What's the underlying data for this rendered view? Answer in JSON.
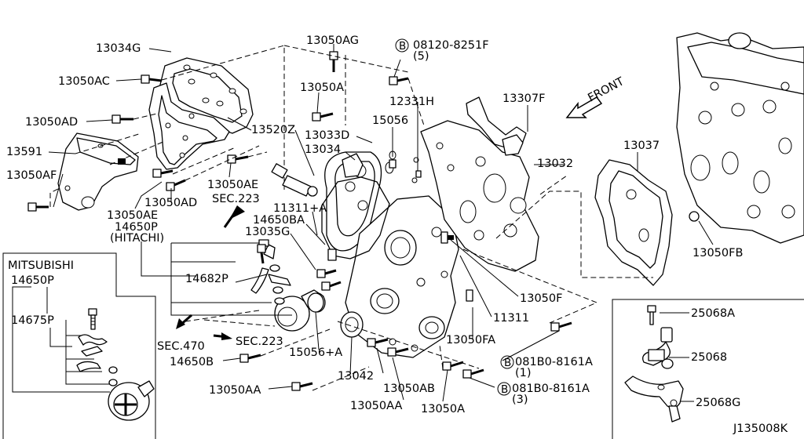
{
  "diagram_id": "J135008K",
  "front_label": "FRONT",
  "callouts": {
    "c13034G": "13034G",
    "c13050AC": "13050AC",
    "c13050AD_left": "13050AD",
    "c13591": "13591",
    "c13050AF": "13050AF",
    "c13050AE_left": "13050AE",
    "c14650P_hitachi": "14650P",
    "hitachi": "(HITACHI)",
    "c13050AD_center": "13050AD",
    "c13050AE_center": "13050AE",
    "sec223_top": "SEC.223",
    "c13050AG": "13050AG",
    "c13050A_top": "13050A",
    "c13520Z": "13520Z",
    "c13033D": "13033D",
    "c13034": "13034",
    "c15056_top": "15056",
    "c12331H": "12331H",
    "bolt_top_code": "08120-8251F",
    "bolt_top_qty": "(5)",
    "c13307F": "13307F",
    "c13032": "13032",
    "c13037": "13037",
    "c13050FB": "13050FB",
    "c11311A": "11311+A",
    "c14650BA": "14650BA",
    "c13035G": "13035G",
    "c14682P": "14682P",
    "sec470": "SEC.470",
    "sec223_bottom": "SEC.223",
    "c15056A": "15056+A",
    "c14650B": "14650B",
    "c13050AA_left": "13050AA",
    "c13042": "13042",
    "c13050AB": "13050AB",
    "c13050AA_bottom": "13050AA",
    "c13050A_bottom": "13050A",
    "c13050FA": "13050FA",
    "c11311": "11311",
    "c13050F": "13050F",
    "bolt_mid_code": "081B0-8161A",
    "bolt_mid_qty": "(1)",
    "bolt_bot_code": "081B0-8161A",
    "bolt_bot_qty": "(3)",
    "b_marker": "B"
  },
  "mitsubishi_inset": {
    "title": "MITSUBISHI",
    "c14650P": "14650P",
    "c14675P": "14675P"
  },
  "sensor_inset": {
    "c25068A": "25068A",
    "c25068": "25068",
    "c25068G": "25068G"
  }
}
